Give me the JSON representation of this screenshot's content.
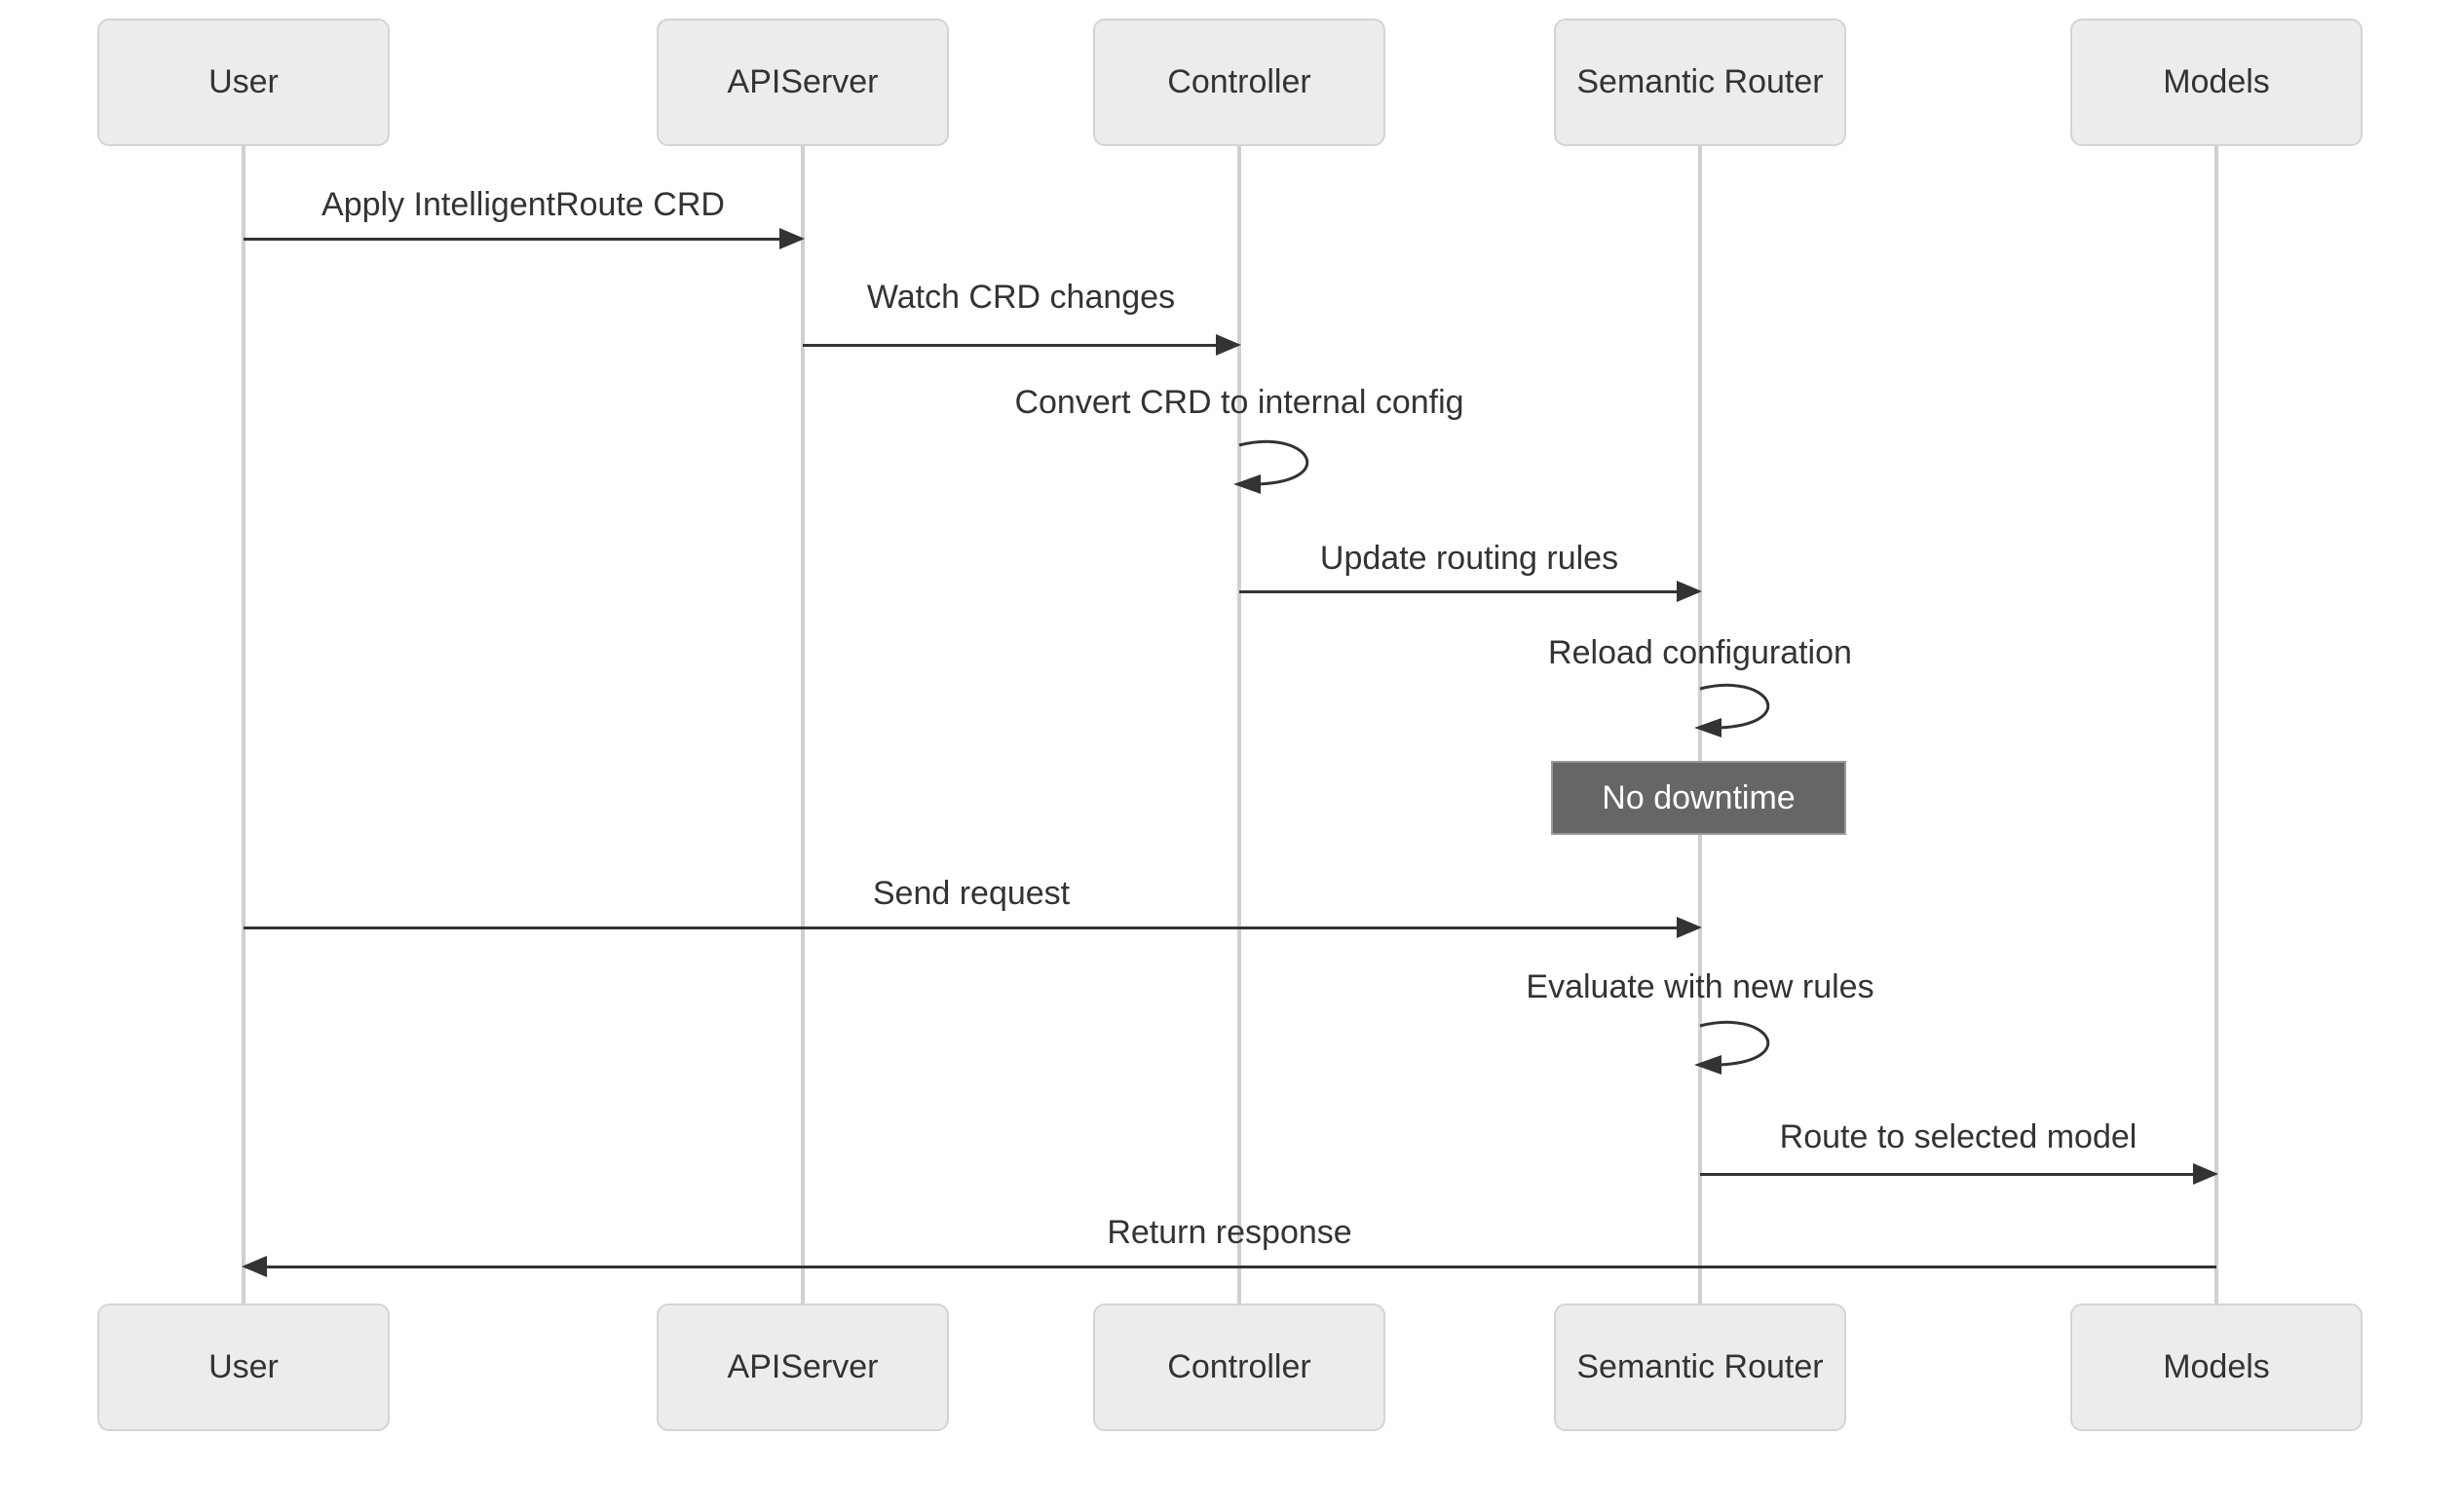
{
  "diagram_type": "sequence-diagram",
  "participants": [
    {
      "id": "user",
      "label": "User"
    },
    {
      "id": "apiserver",
      "label": "APIServer"
    },
    {
      "id": "controller",
      "label": "Controller"
    },
    {
      "id": "semantic-router",
      "label": "Semantic Router"
    },
    {
      "id": "models",
      "label": "Models"
    }
  ],
  "messages": [
    {
      "from": "User",
      "to": "APIServer",
      "kind": "solid-arrow",
      "label": "Apply IntelligentRoute CRD"
    },
    {
      "from": "APIServer",
      "to": "Controller",
      "kind": "solid-arrow",
      "label": "Watch CRD changes"
    },
    {
      "from": "Controller",
      "to": "Controller",
      "kind": "self-arrow",
      "label": "Convert CRD to internal config"
    },
    {
      "from": "Controller",
      "to": "Semantic Router",
      "kind": "solid-arrow",
      "label": "Update routing rules"
    },
    {
      "from": "Semantic Router",
      "to": "Semantic Router",
      "kind": "self-arrow",
      "label": "Reload configuration"
    },
    {
      "from": "User",
      "to": "Semantic Router",
      "kind": "solid-arrow",
      "label": "Send request"
    },
    {
      "from": "Semantic Router",
      "to": "Semantic Router",
      "kind": "self-arrow",
      "label": "Evaluate with new rules"
    },
    {
      "from": "Semantic Router",
      "to": "Models",
      "kind": "solid-arrow",
      "label": "Route to selected model"
    },
    {
      "from": "Models",
      "to": "User",
      "kind": "solid-arrow",
      "label": "Return response"
    }
  ],
  "note": {
    "over": "Semantic Router",
    "label": "No downtime"
  },
  "colors": {
    "background": "#ffffff",
    "actor_fill": "#ececec",
    "actor_border": "#d4d4d4",
    "actor_text": "#333333",
    "message_text": "#333333",
    "line": "#333333",
    "lifeline": "#d0d0d0",
    "note_fill": "#666666",
    "note_border": "#999999",
    "note_text": "#ffffff"
  }
}
